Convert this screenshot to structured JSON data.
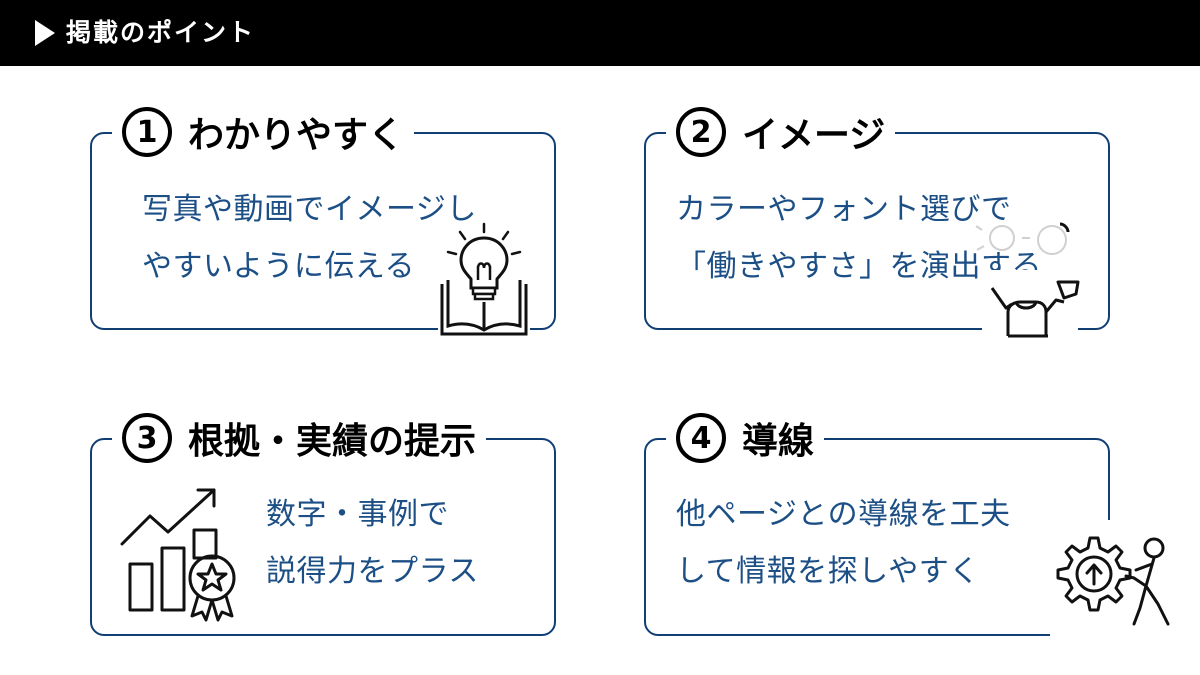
{
  "header": {
    "title": "掲載のポイント"
  },
  "cards": [
    {
      "number": "1",
      "heading": "わかりやすく",
      "lines": [
        "写真や動画でイメージし",
        "やすいように伝える"
      ]
    },
    {
      "number": "2",
      "heading": "イメージ",
      "lines": [
        "カラーやフォント選びで",
        "「働きやすさ」を演出する"
      ]
    },
    {
      "number": "3",
      "heading": "根拠・実績の提示",
      "lines": [
        "数字・事例で",
        "説得力をプラス"
      ]
    },
    {
      "number": "4",
      "heading": "導線",
      "lines": [
        "他ページとの導線を工夫",
        "して情報を探しやすく"
      ]
    }
  ],
  "icons": {
    "card1": "lightbulb-book-icon",
    "card2": "person-paint-icon",
    "card3": "growth-chart-award-icon",
    "card4": "person-pushing-gear-icon"
  },
  "colors": {
    "accent": "#113f74",
    "text_blue": "#1c4f86"
  }
}
